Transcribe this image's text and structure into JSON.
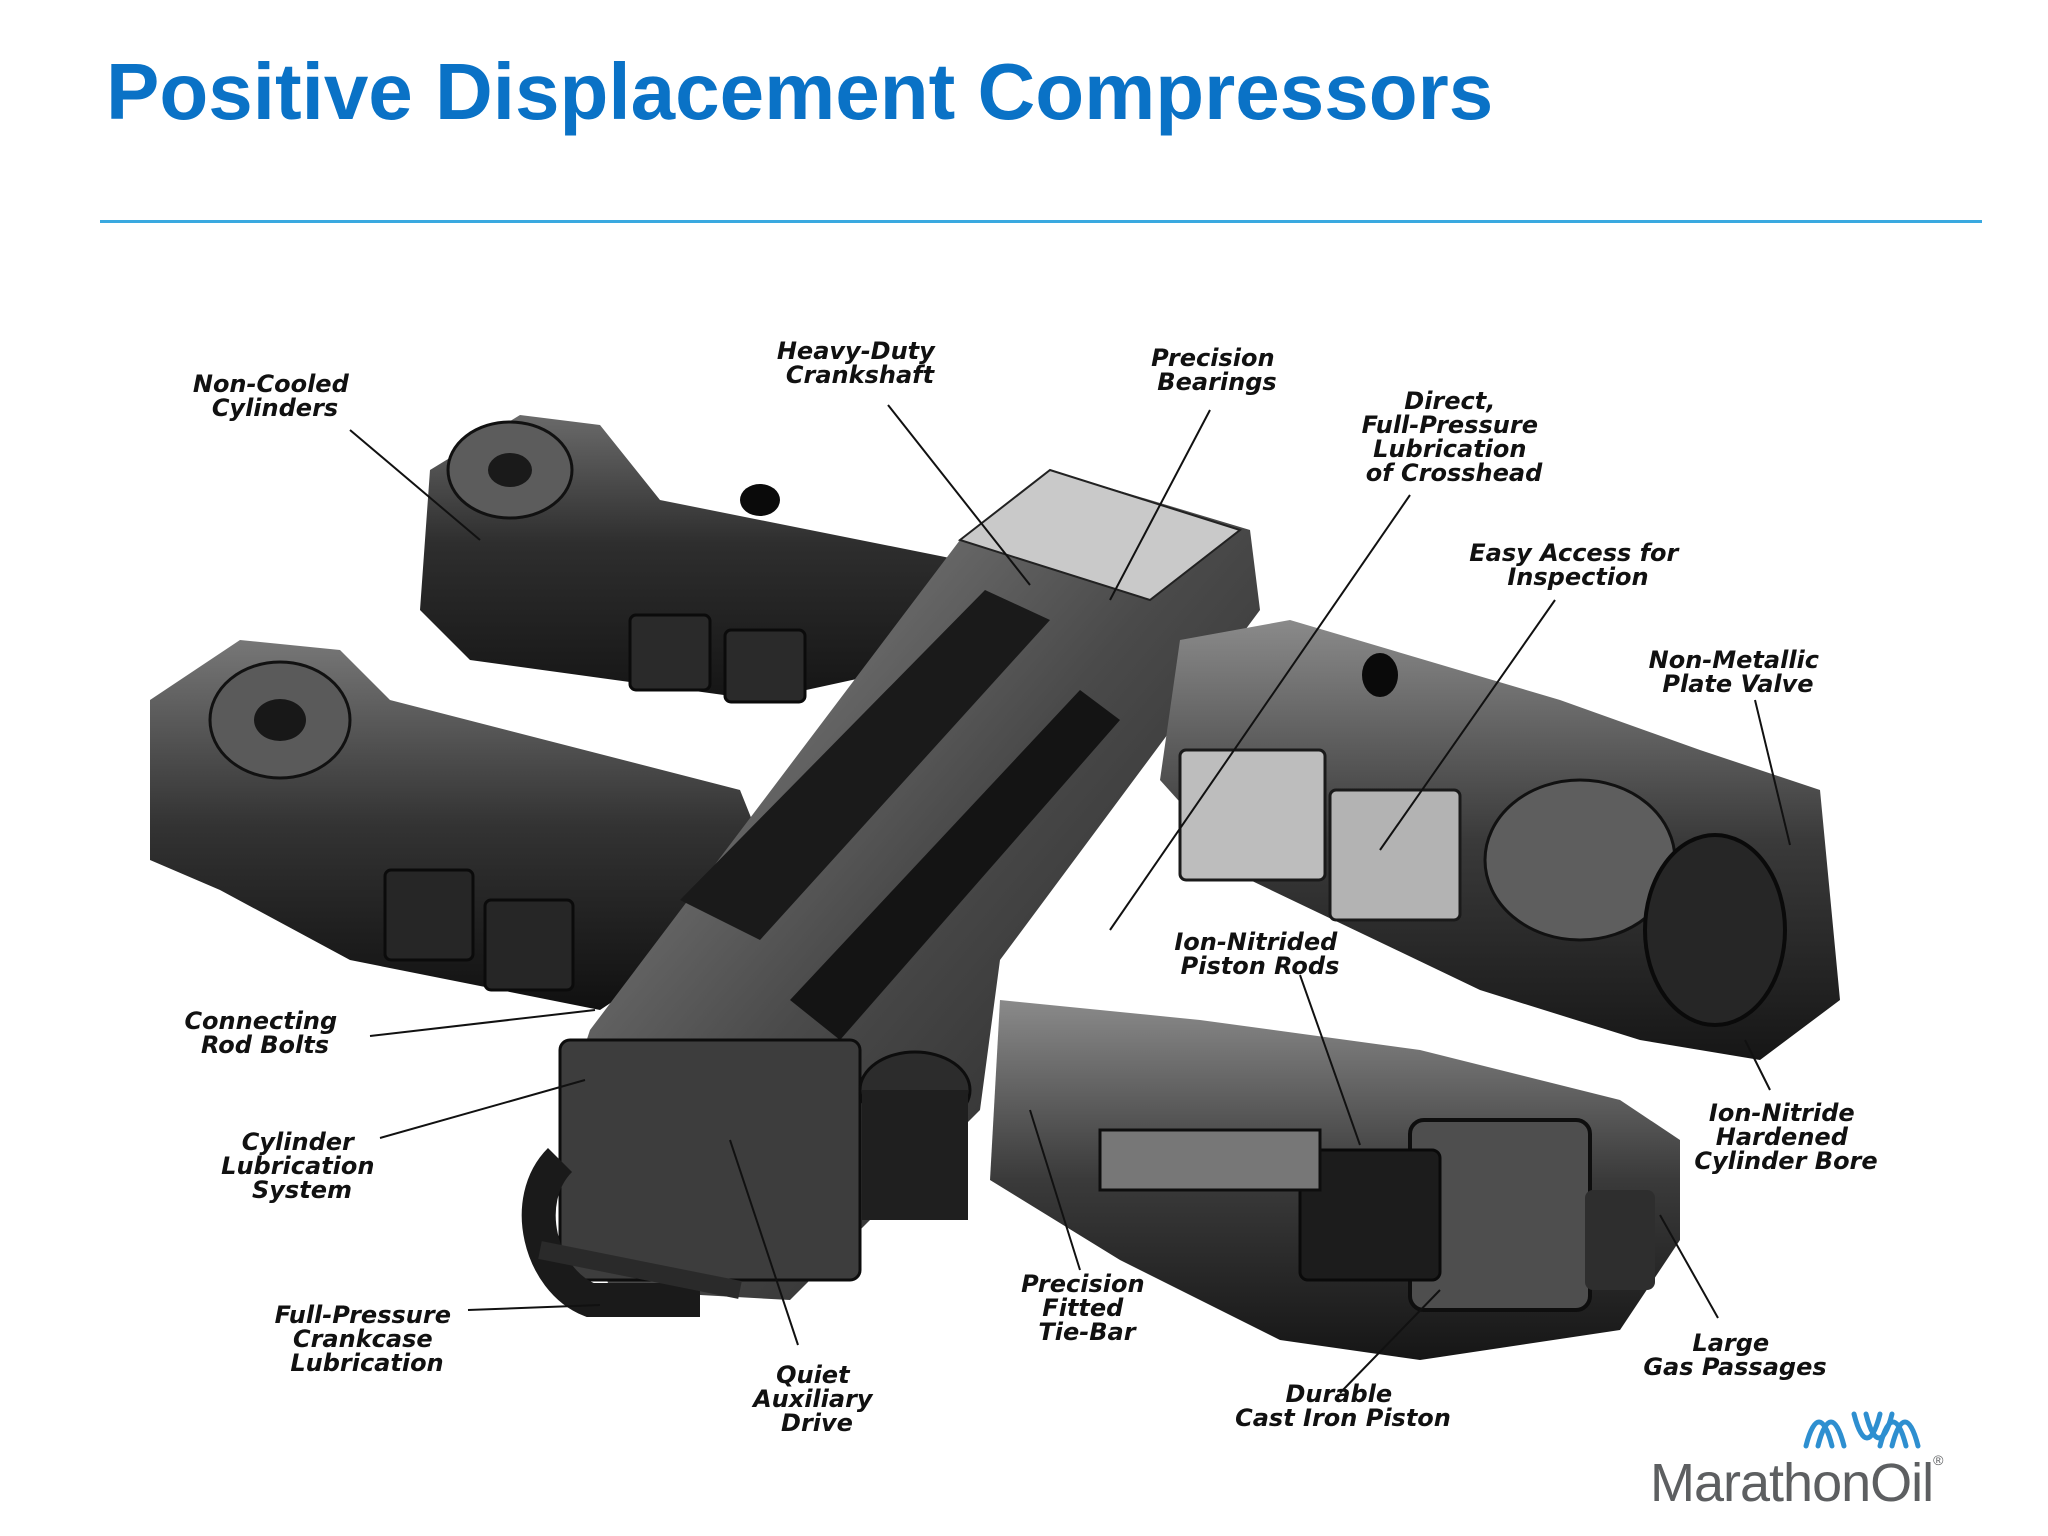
{
  "slide": {
    "title": "Positive Displacement Compressors"
  },
  "labels": {
    "non_cooled_cylinders": [
      "Non-Cooled",
      "Cylinders"
    ],
    "heavy_duty_crankshaft": [
      "Heavy-Duty",
      "Crankshaft"
    ],
    "precision_bearings": [
      "Precision",
      "Bearings"
    ],
    "direct_lubrication": [
      "Direct,",
      "Full-Pressure",
      "Lubrication",
      "of Crosshead"
    ],
    "easy_access": [
      "Easy Access for",
      "Inspection"
    ],
    "non_metallic_valve": [
      "Non-Metallic",
      "Plate Valve"
    ],
    "connecting_rod_bolts": [
      "Connecting",
      "Rod Bolts"
    ],
    "ion_nitrided_rods": [
      "Ion-Nitrided",
      "Piston Rods"
    ],
    "cylinder_lubrication": [
      "Cylinder",
      "Lubrication",
      "System"
    ],
    "ion_nitride_bore": [
      "Ion-Nitride",
      "Hardened",
      "Cylinder Bore"
    ],
    "crankcase_lubrication": [
      "Full-Pressure",
      "Crankcase",
      "Lubrication"
    ],
    "tie_bar": [
      "Precision",
      "Fitted",
      "Tie-Bar"
    ],
    "auxiliary_drive": [
      "Quiet",
      "Auxiliary",
      "Drive"
    ],
    "large_gas_passages": [
      "Large",
      "Gas Passages"
    ],
    "cast_iron_piston": [
      "Durable",
      "Cast Iron Piston"
    ]
  },
  "brand": {
    "name": "MarathonOil",
    "registered_mark": "®",
    "logo_color": "#2e8fd0",
    "logo_icon": "marathon-wave-logo-icon"
  },
  "colors": {
    "title": "#0a72c6",
    "rule": "#3aa9e0",
    "brand_text": "#5d5f61"
  }
}
